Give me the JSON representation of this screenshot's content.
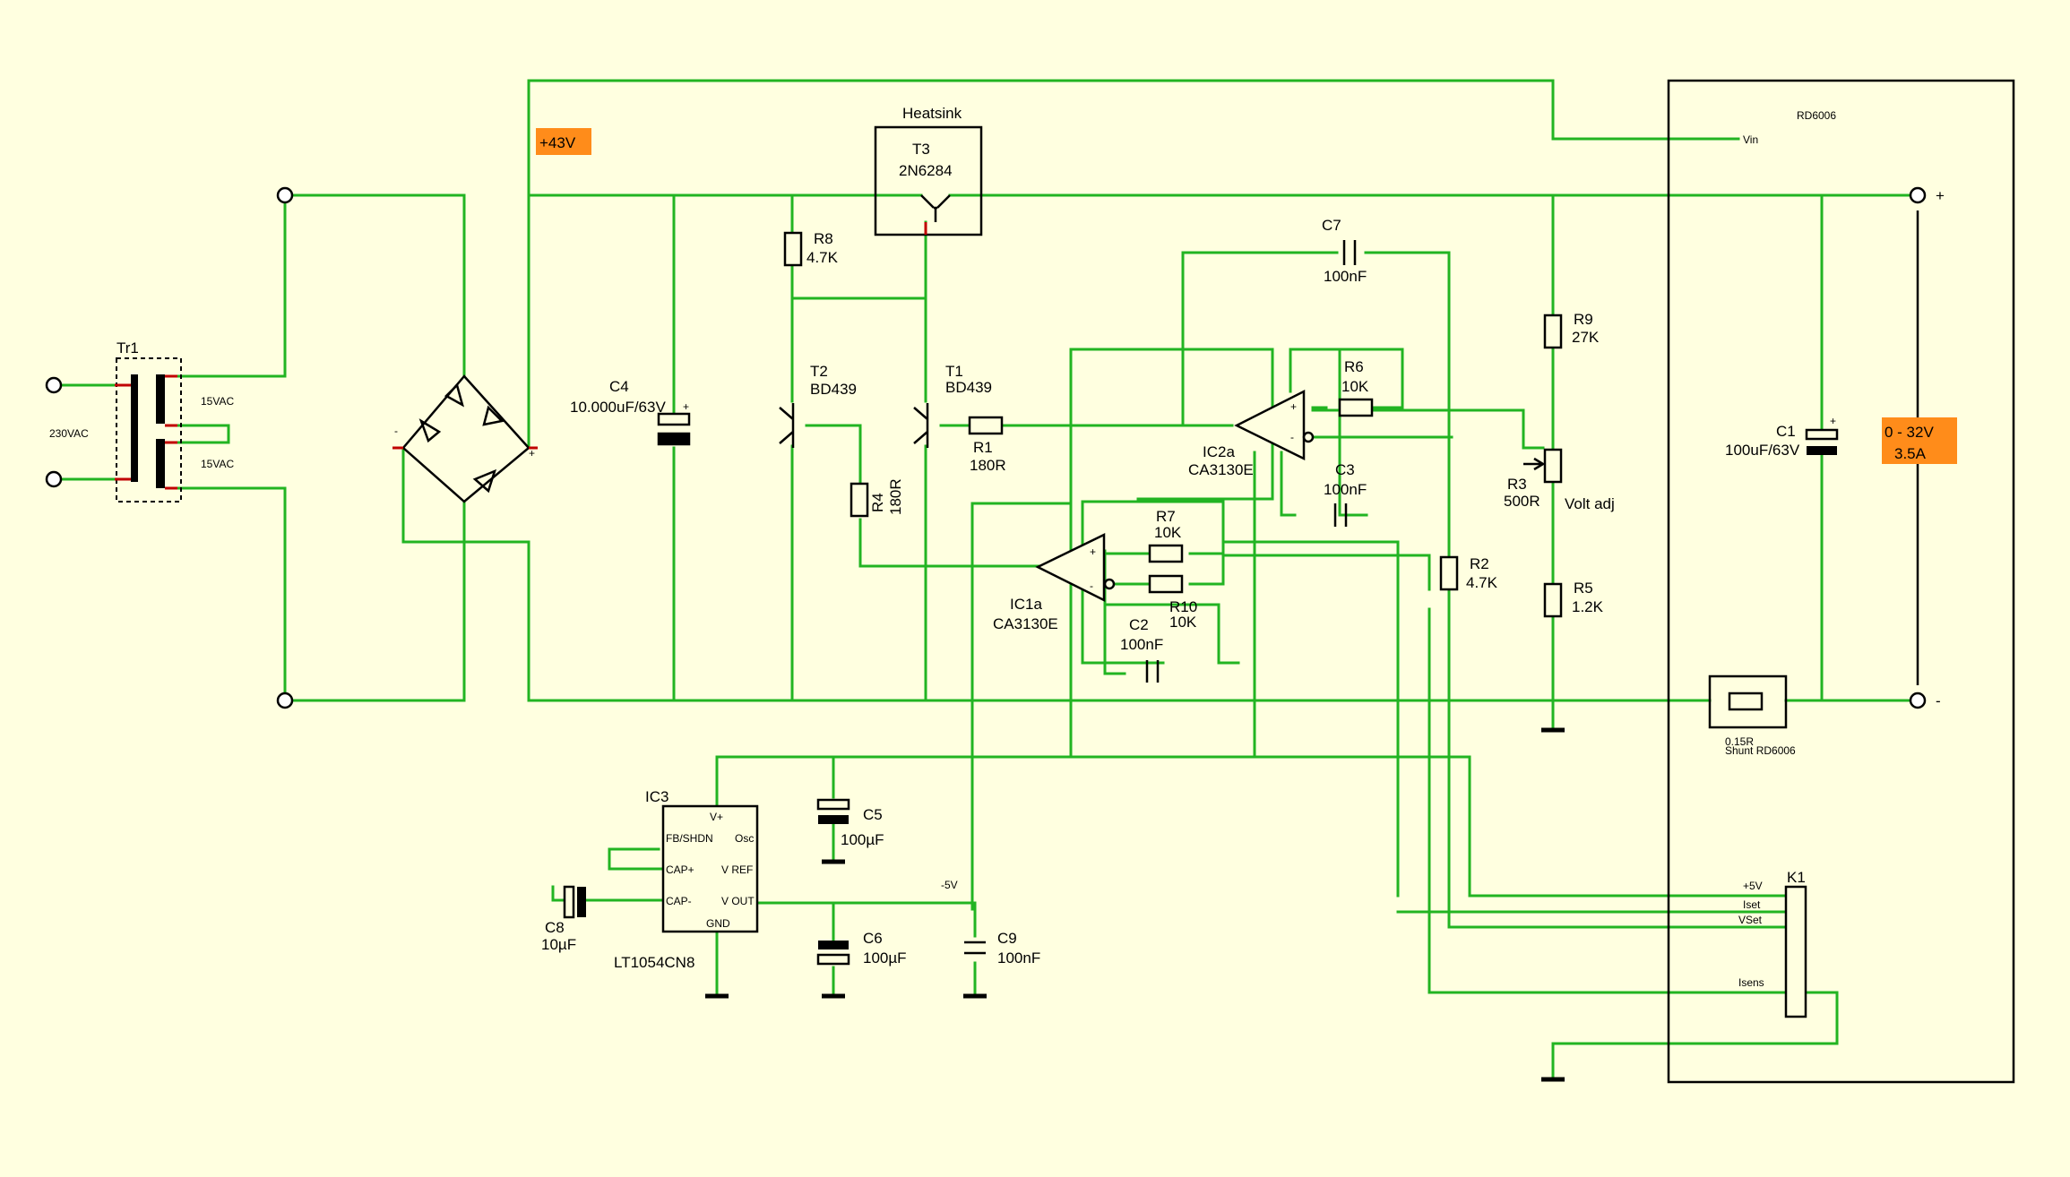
{
  "transformer": {
    "ref": "Tr1",
    "primary": "230VAC",
    "secondary_1": "15VAC",
    "secondary_2": "15VAC"
  },
  "rails": {
    "positive": "+43V",
    "negative": "-5V"
  },
  "output": {
    "range": "0 - 32V",
    "current": "3.5A",
    "plus": "+",
    "minus": "-"
  },
  "module": {
    "name": "RD6006",
    "vin": "Vin",
    "shunt_value": "0.15R",
    "shunt_name": "Shunt RD6006"
  },
  "heatsink": {
    "title": "Heatsink",
    "ref": "T3",
    "part": "2N6284"
  },
  "caps": {
    "c1_ref": "C1",
    "c1_val": "100uF/63V",
    "c2_ref": "C2",
    "c2_val": "100nF",
    "c3_ref": "C3",
    "c3_val": "100nF",
    "c4_ref": "C4",
    "c4_val": "10.000uF/63V",
    "c5_ref": "C5",
    "c5_val": "100µF",
    "c6_ref": "C6",
    "c6_val": "100µF",
    "c7_ref": "C7",
    "c7_val": "100nF",
    "c8_ref": "C8",
    "c8_val": "10µF",
    "c9_ref": "C9",
    "c9_val": "100nF"
  },
  "resistors": {
    "r1_ref": "R1",
    "r1_val": "180R",
    "r2_ref": "R2",
    "r2_val": "4.7K",
    "r3_ref": "R3",
    "r3_val": "500R",
    "r3_note": "Volt adj",
    "r4_ref": "R4",
    "r4_val": "180R",
    "r5_ref": "R5",
    "r5_val": "1.2K",
    "r6_ref": "R6",
    "r6_val": "10K",
    "r7_ref": "R7",
    "r7_val": "10K",
    "r8_ref": "R8",
    "r8_val": "4.7K",
    "r9_ref": "R9",
    "r9_val": "27K",
    "r10_ref": "R10",
    "r10_val": "10K"
  },
  "transistors": {
    "t1_ref": "T1",
    "t1_part": "BD439",
    "t2_ref": "T2",
    "t2_part": "BD439"
  },
  "opamps": {
    "ic1_ref": "IC1a",
    "ic1_part": "CA3130E",
    "ic2_ref": "IC2a",
    "ic2_part": "CA3130E"
  },
  "ic3": {
    "ref": "IC3",
    "part": "LT1054CN8",
    "pins": [
      "V+",
      "FB/SHDN",
      "Osc",
      "CAP+",
      "V REF",
      "CAP-",
      "V OUT",
      "GND"
    ]
  },
  "connector": {
    "ref": "K1",
    "pins": [
      "+5V",
      "Iset",
      "VSet",
      "Isens"
    ]
  },
  "colors": {
    "wire": "#22b422",
    "pin": "#c00000",
    "highlight": "#ff8c1a",
    "background": "#ffffe0"
  }
}
